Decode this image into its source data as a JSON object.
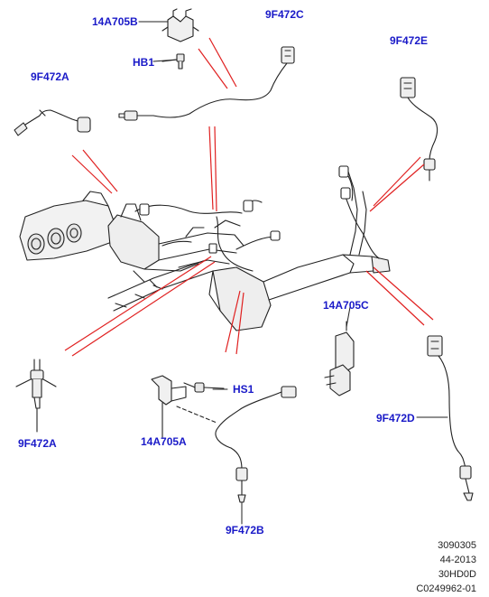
{
  "labels": {
    "bracket_14a705b": "14A705B",
    "sensor_9f472c": "9F472C",
    "bolt_hb1": "HB1",
    "sensor_9f472a_top": "9F472A",
    "sensor_9f472e": "9F472E",
    "bracket_14a705c": "14A705C",
    "screw_hs1": "HS1",
    "sensor_9f472a_bottom": "9F472A",
    "bracket_14a705a": "14A705A",
    "sensor_9f472d": "9F472D",
    "sensor_9f472b": "9F472B"
  },
  "reference": {
    "line1": "3090305",
    "line2": "44-2013",
    "line3": "30HD0D",
    "line4": "C0249962-01"
  },
  "colors": {
    "label": "#1a1ac8",
    "leader": "#e02020",
    "linework": "#222222"
  }
}
